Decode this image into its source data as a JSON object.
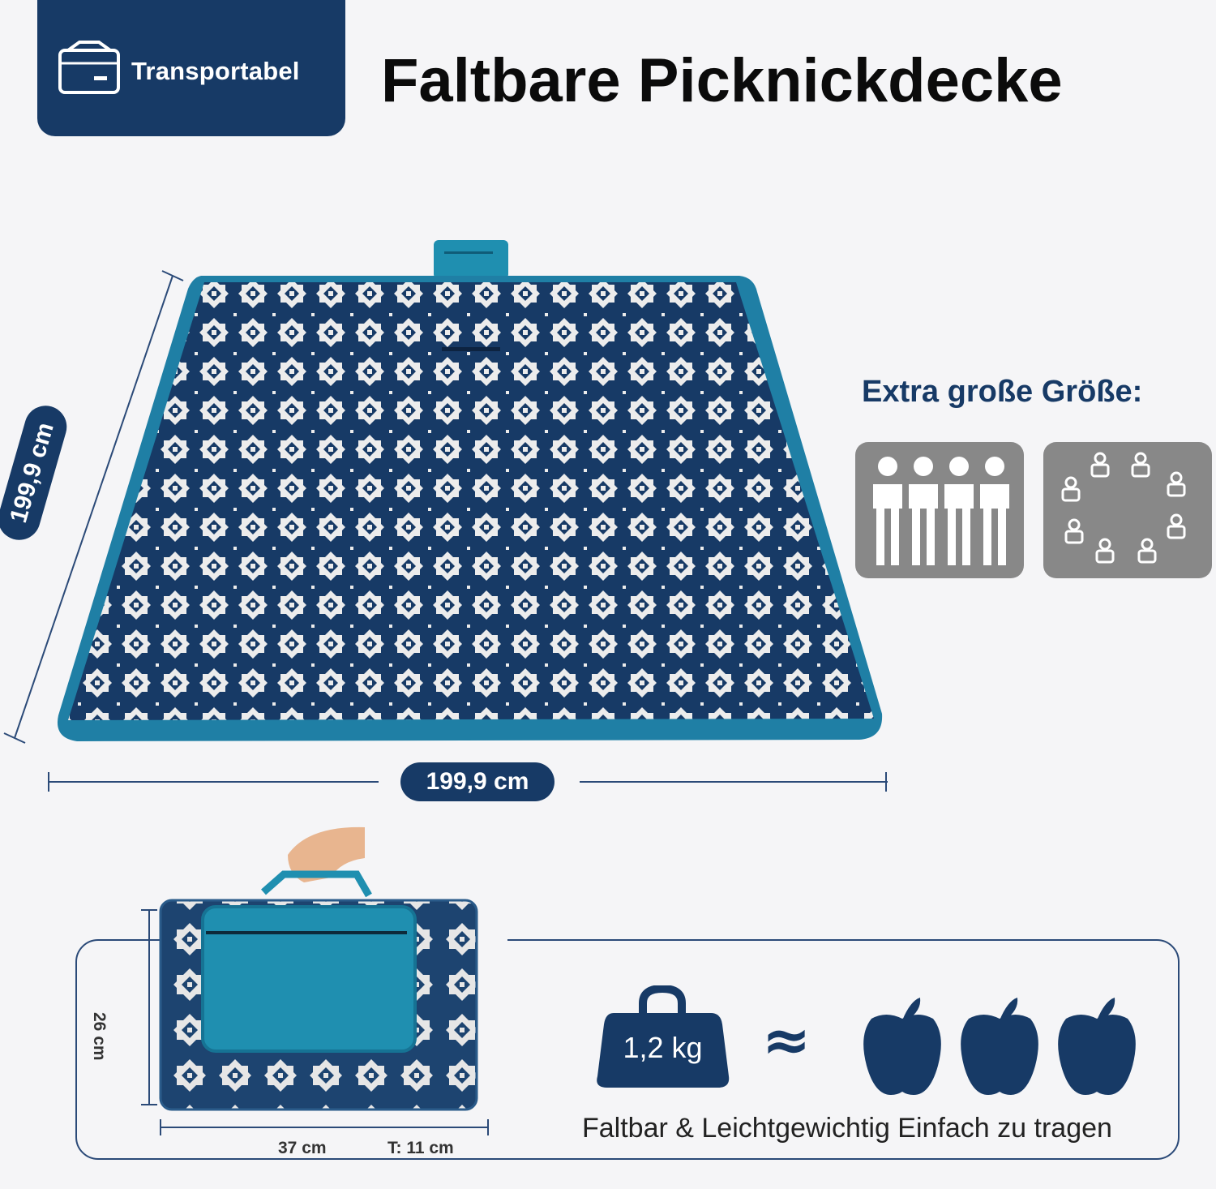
{
  "badge": {
    "label": "Transportabel",
    "icon": "suitcase-icon"
  },
  "title": "Faltbare Picknickdecke",
  "size_section": {
    "heading": "Extra große Größe:",
    "icons": [
      "four-people-icon",
      "people-circle-icon"
    ]
  },
  "blanket": {
    "width_label": "199,9 cm",
    "depth_label": "199,9 cm"
  },
  "folded": {
    "height_label": "26 cm",
    "width_label": "37 cm",
    "depth_label": "T: 11 cm"
  },
  "weight": {
    "value": "1,2 kg",
    "approx_symbol": "≈",
    "apple_count": 3,
    "caption": "Faltbar & Leichtgewichtig Einfach zu tragen"
  },
  "colors": {
    "navy": "#173a66",
    "teal": "#1f8fb0",
    "pattern_white": "#eeeeee",
    "card_gray": "#888888"
  }
}
